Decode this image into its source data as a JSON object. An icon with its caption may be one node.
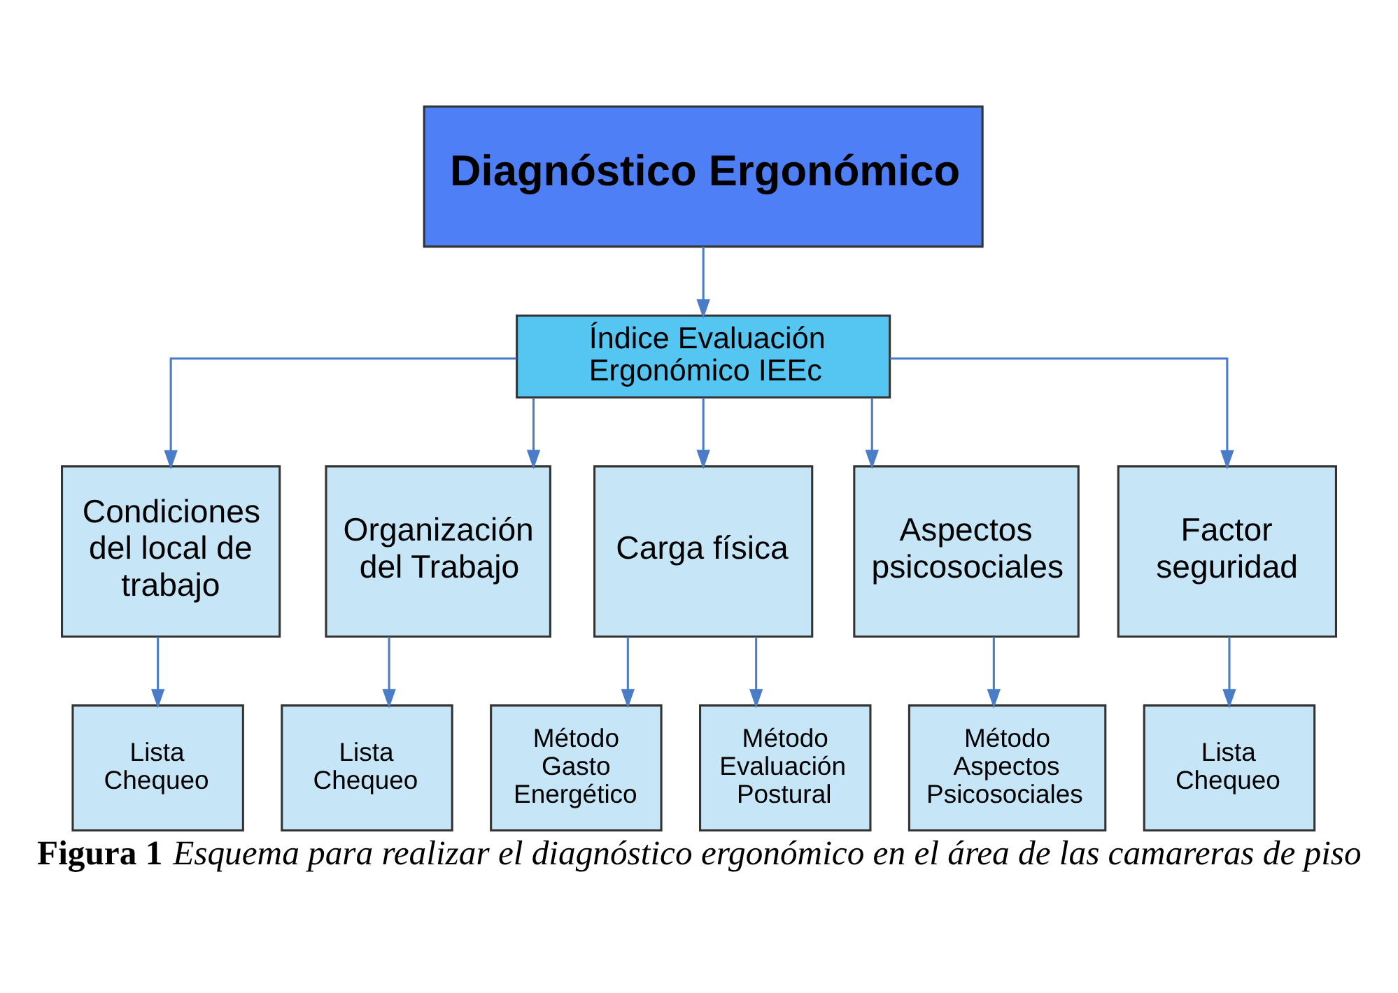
{
  "diagram": {
    "caption": "**Figura 1** Esquema para realizar el diagnóstico ergonómico en el área de las camareras de piso",
    "nodes": [
      {
        "text": [
          "Diagnóstico Ergonómico"
        ]
      },
      {
        "text": [
          "Índice Evaluación Ergonómico IEEc"
        ]
      },
      {
        "text": [
          "Condiciones del local de trabajo"
        ]
      },
      {
        "text": [
          "Organización del Trabajo"
        ]
      },
      {
        "text": [
          "Carga física"
        ]
      },
      {
        "text": [
          "Aspectos psicosociales"
        ]
      },
      {
        "text": [
          "Factor seguridad"
        ]
      },
      {
        "text": [
          "Lista Chequeo"
        ]
      },
      {
        "text": [
          "Lista Chequeo"
        ]
      },
      {
        "text": [
          "Método Gasto Energético"
        ]
      },
      {
        "text": [
          "Método Evaluación Postural"
        ]
      },
      {
        "text": [
          "Método Aspectos Psicosociales"
        ]
      },
      {
        "text": [
          "Lista Chequeo"
        ]
      }
    ],
    "edges": [
      {
        "from": 0,
        "to": 1,
        "arrow": "to"
      },
      {
        "from": 1,
        "to": 2,
        "arrow": "to"
      },
      {
        "from": 1,
        "to": 3,
        "arrow": "to"
      },
      {
        "from": 1,
        "to": 4,
        "arrow": "to"
      },
      {
        "from": 1,
        "to": 5,
        "arrow": "to"
      },
      {
        "from": 1,
        "to": 6,
        "arrow": "to"
      },
      {
        "from": 2,
        "to": 7,
        "arrow": "to"
      },
      {
        "from": 3,
        "to": 8,
        "arrow": "to"
      },
      {
        "from": 4,
        "to": 9,
        "arrow": "to"
      },
      {
        "from": 4,
        "to": 10,
        "arrow": "to"
      },
      {
        "from": 5,
        "to": 11,
        "arrow": "to"
      },
      {
        "from": 6,
        "to": 12,
        "arrow": "to"
      }
    ]
  }
}
